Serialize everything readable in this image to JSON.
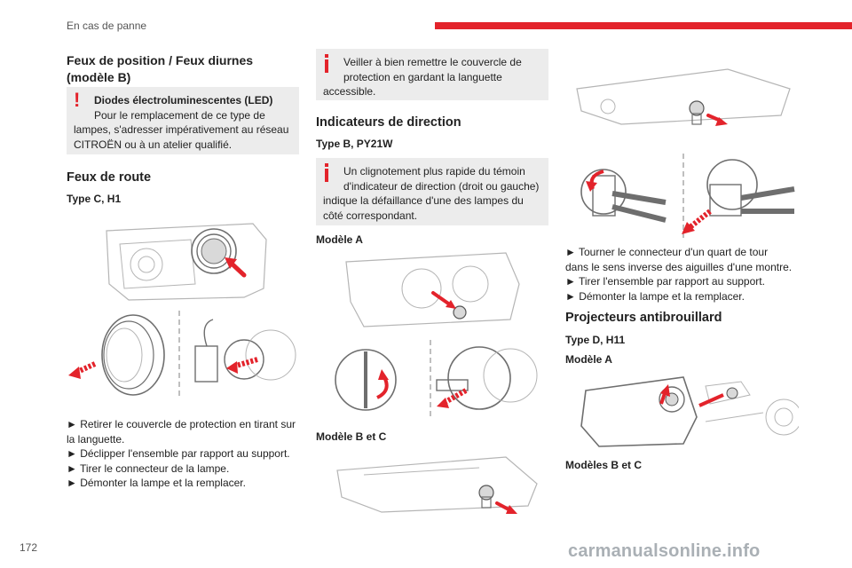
{
  "header": {
    "title": "En cas de panne"
  },
  "page_number": "172",
  "footer": {
    "url": "carmanualsonline.info"
  },
  "colors": {
    "accent": "#e3232b",
    "note_bg": "#ececec",
    "text": "#222222"
  },
  "col1": {
    "position_title": "Feux de position / Feux diurnes (modèle B)",
    "warning": {
      "icon": "exclamation-icon",
      "title": "Diodes électroluminescentes (LED)",
      "line1": "Pour le remplacement de ce type de",
      "line2": "lampes, s'adresser impérativement au réseau",
      "line3": "CITROËN ou à un atelier qualifié."
    },
    "route_title": "Feux de route",
    "route_type": "Type C, H1",
    "steps": [
      "► Retirer le couvercle de protection en tirant sur",
      "la languette.",
      "► Déclipper l'ensemble par rapport au support.",
      "► Tirer le connecteur de la lampe.",
      "► Démonter la lampe et la remplacer."
    ]
  },
  "col2": {
    "info1": {
      "icon": "info-icon",
      "line1": "Veiller à bien remettre le couvercle de",
      "line2": "protection en gardant la languette",
      "line3": "accessible."
    },
    "indicators_title": "Indicateurs de direction",
    "indicators_type": "Type B, PY21W",
    "info2": {
      "icon": "info-icon",
      "line1": "Un clignotement plus rapide du témoin",
      "line2": "d'indicateur de direction (droit ou gauche)",
      "line3": "indique la défaillance d'une des lampes du",
      "line4": "côté correspondant."
    },
    "model_a": "Modèle A",
    "model_bc": "Modèle B et C"
  },
  "col3": {
    "steps": [
      "► Tourner le connecteur d'un quart de tour",
      "dans le sens inverse des aiguilles d'une montre.",
      "► Tirer l'ensemble par rapport au support.",
      "► Démonter la lampe et la remplacer."
    ],
    "fog_title": "Projecteurs antibrouillard",
    "fog_type": "Type D, H11",
    "model_a": "Modèle A",
    "models_bc": "Modèles B et C"
  }
}
